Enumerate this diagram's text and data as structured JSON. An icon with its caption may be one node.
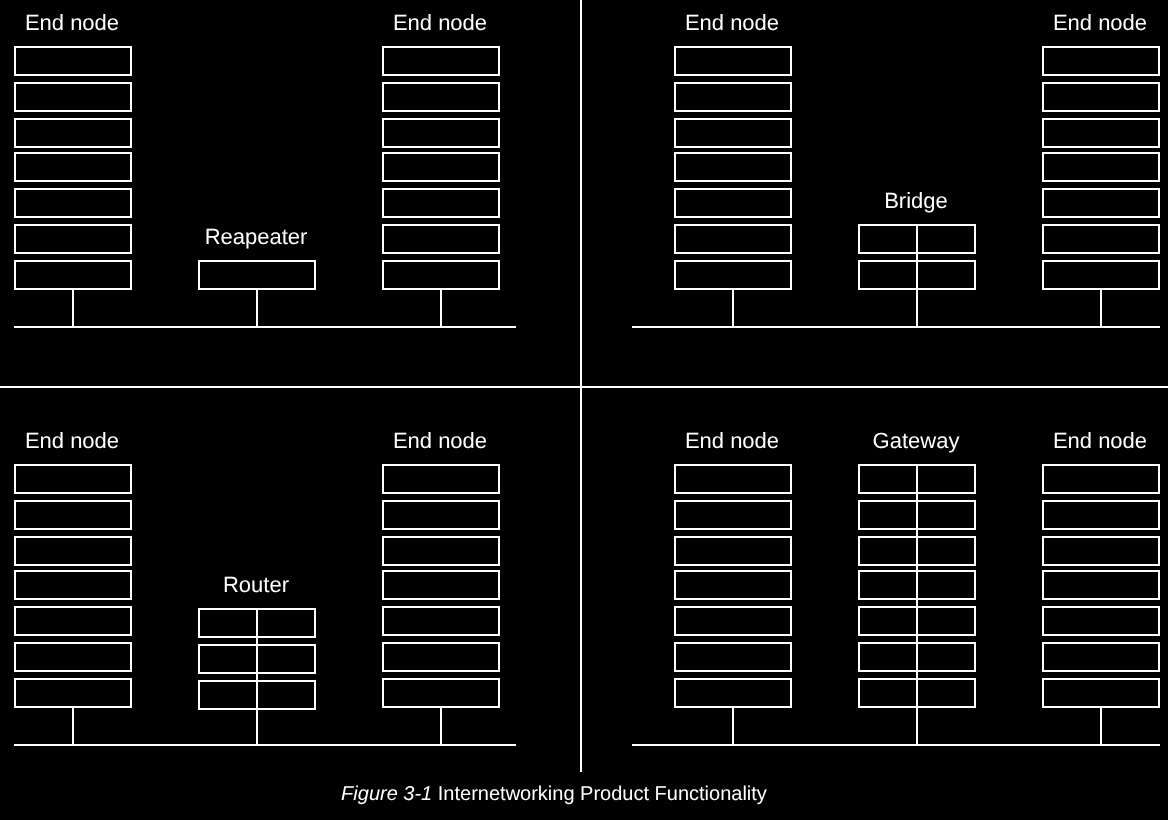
{
  "diagram": {
    "caption": "*Figure 3-1* Internetworking Product Functionality",
    "nodes": [
      {
        "text": [
          "End node"
        ]
      },
      {
        "text": [
          "Reapeater"
        ]
      },
      {
        "text": [
          "End node"
        ]
      },
      {
        "text": [],
        "shape": "bar"
      },
      {
        "text": [
          "End node"
        ]
      },
      {
        "text": [
          "Bridge"
        ]
      },
      {
        "text": [
          "End node"
        ]
      },
      {
        "text": [],
        "shape": "bar"
      },
      {
        "text": [
          "End node"
        ]
      },
      {
        "text": [
          "Router"
        ]
      },
      {
        "text": [
          "End node"
        ]
      },
      {
        "text": [],
        "shape": "bar"
      },
      {
        "text": [
          "End node"
        ]
      },
      {
        "text": [
          "Gateway"
        ]
      },
      {
        "text": [
          "End node"
        ]
      },
      {
        "text": [],
        "shape": "bar"
      }
    ],
    "edges": [
      {
        "from": 0,
        "to": 3,
        "arrow": "none"
      },
      {
        "from": 1,
        "to": 3,
        "arrow": "none"
      },
      {
        "from": 2,
        "to": 3,
        "arrow": "none"
      },
      {
        "from": 4,
        "to": 7,
        "arrow": "none"
      },
      {
        "from": 5,
        "to": 7,
        "arrow": "none"
      },
      {
        "from": 6,
        "to": 7,
        "arrow": "none"
      },
      {
        "from": 8,
        "to": 11,
        "arrow": "none"
      },
      {
        "from": 9,
        "to": 11,
        "arrow": "none"
      },
      {
        "from": 10,
        "to": 11,
        "arrow": "none"
      },
      {
        "from": 12,
        "to": 15,
        "arrow": "none"
      },
      {
        "from": 13,
        "to": 15,
        "arrow": "none"
      },
      {
        "from": 14,
        "to": 15,
        "arrow": "none"
      }
    ]
  }
}
